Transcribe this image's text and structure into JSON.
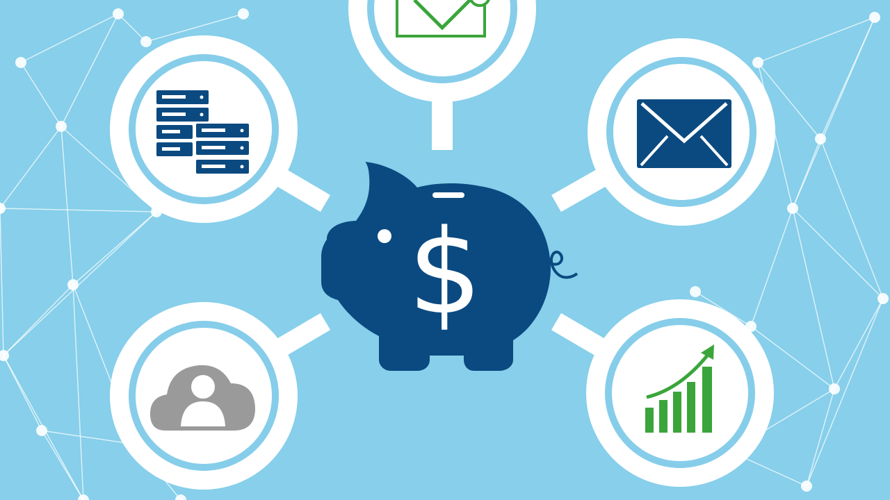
{
  "palette": {
    "background": "#87cfea",
    "ring_outer": "#ffffff",
    "ring_inner": "#86cdea",
    "navy": "#0b4a80",
    "green": "#3aa53a",
    "gray": "#9a9a9a",
    "network": "#ffffff"
  },
  "center": {
    "icon": "piggy-bank-icon",
    "symbol": "$"
  },
  "nodes": [
    {
      "id": "top",
      "icon": "envelope-check-icon"
    },
    {
      "id": "left-top",
      "icon": "server-stack-icon"
    },
    {
      "id": "right-top",
      "icon": "envelope-icon"
    },
    {
      "id": "left-bottom",
      "icon": "cloud-user-icon"
    },
    {
      "id": "right-bottom",
      "icon": "growth-chart-icon"
    }
  ]
}
